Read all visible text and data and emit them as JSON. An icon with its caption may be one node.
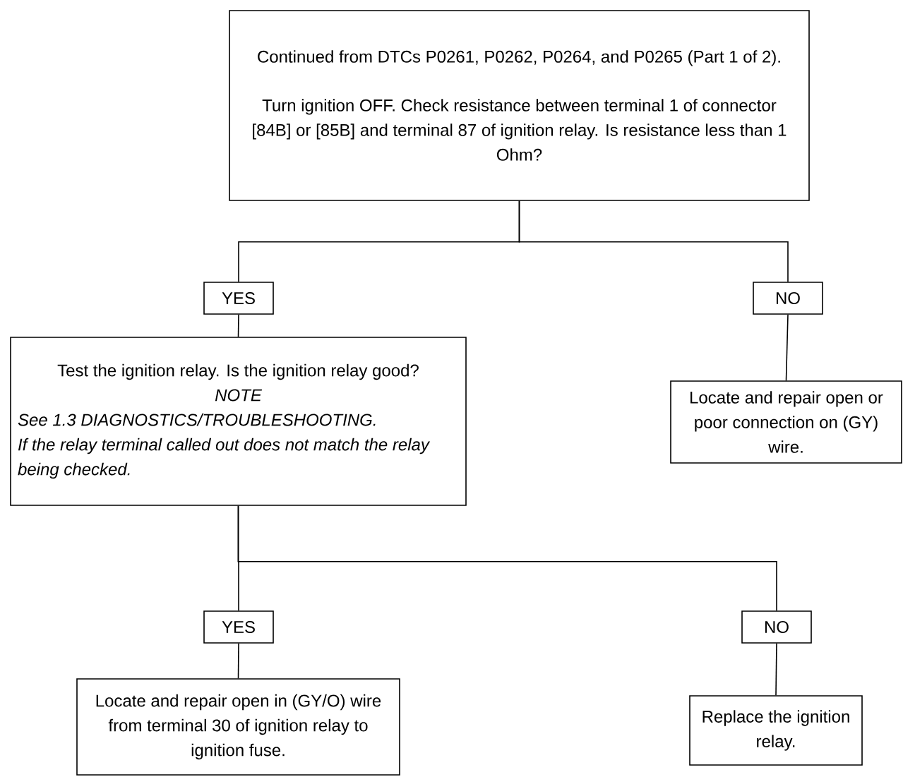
{
  "diagram": {
    "nodes": [
      {
        "text": [
          "Continued from DTCs P0261, P0262, P0264, and P0265 (Part 1 of 2).",
          "Turn ignition OFF. Check resistance between terminal 1 of connector [84B] or [85B] and terminal 87 of ignition relay. Is resistance less than 1 Ohm?"
        ]
      },
      {
        "text": [
          "YES"
        ]
      },
      {
        "text": [
          "NO"
        ]
      },
      {
        "text": [
          "Test the ignition relay. Is the ignition relay good?",
          "NOTE",
          "See 1.3 DIAGNOSTICS/TROUBLESHOOTING.",
          "If the relay terminal called out does not match the relay being checked."
        ]
      },
      {
        "text": [
          "Locate and repair open or poor connection on (GY) wire."
        ]
      },
      {
        "text": [
          "YES"
        ]
      },
      {
        "text": [
          "NO"
        ]
      },
      {
        "text": [
          "Locate and repair open in (GY/O) wire from terminal 30 of ignition relay to ignition fuse."
        ]
      },
      {
        "text": [
          "Replace the ignition relay."
        ]
      }
    ],
    "edges": [
      {
        "from": 0,
        "to": 1,
        "arrow": "none"
      },
      {
        "from": 0,
        "to": 2,
        "arrow": "none"
      },
      {
        "from": 1,
        "to": 3,
        "arrow": "none"
      },
      {
        "from": 2,
        "to": 4,
        "arrow": "none"
      },
      {
        "from": 3,
        "to": 5,
        "arrow": "none"
      },
      {
        "from": 3,
        "to": 6,
        "arrow": "none"
      },
      {
        "from": 5,
        "to": 7,
        "arrow": "none"
      },
      {
        "from": 6,
        "to": 8,
        "arrow": "none"
      }
    ]
  }
}
